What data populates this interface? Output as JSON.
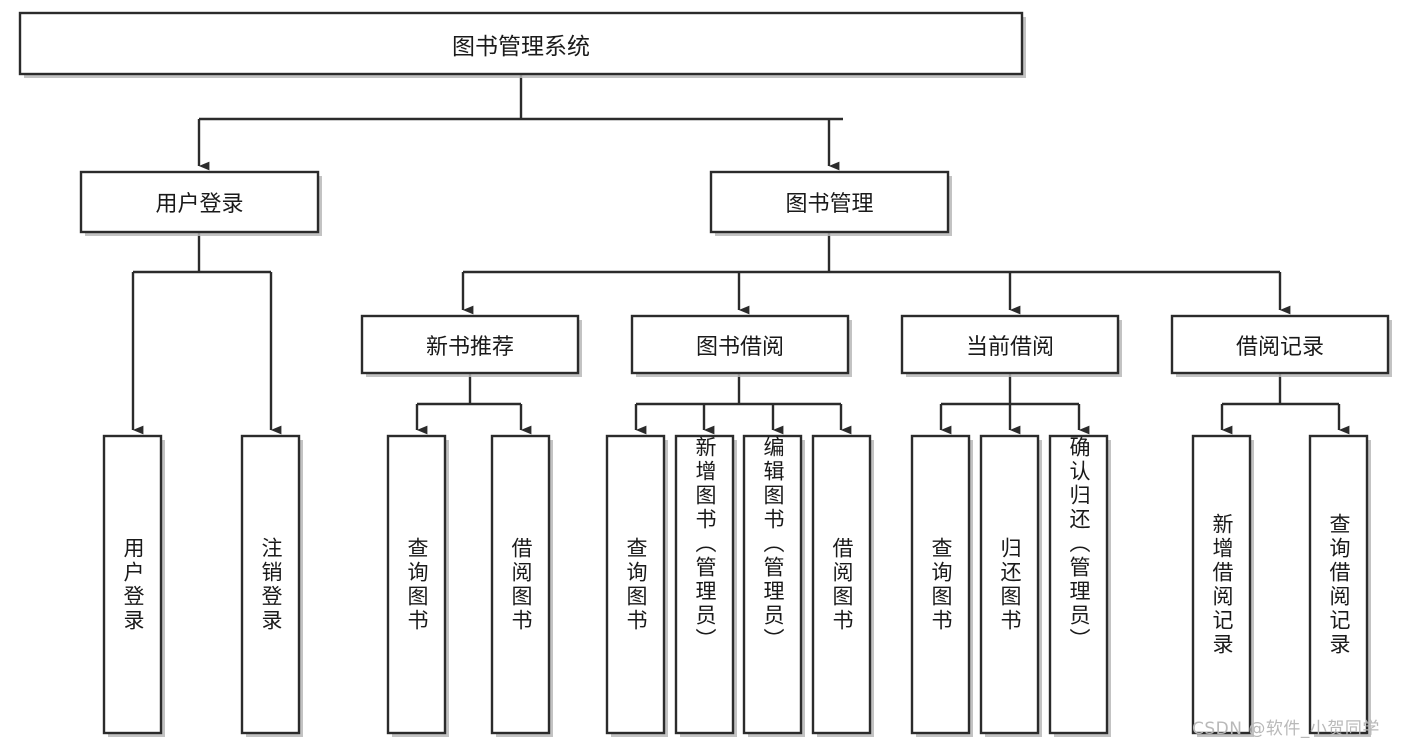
{
  "diagram": {
    "type": "tree-hierarchy-chart",
    "title": "图书管理系统",
    "accent_colors": {
      "box_stroke": "#2b2b2b",
      "box_fill": "#ffffff",
      "connector": "#2b2b2b",
      "shadow": "#b8b8b8",
      "watermark": "#b9b9b9"
    },
    "levels": {
      "root": {
        "label": "图书管理系统"
      },
      "level2": [
        {
          "id": "user-login",
          "label": "用户登录"
        },
        {
          "id": "book-management",
          "label": "图书管理"
        }
      ],
      "level3": [
        {
          "id": "new-book-recommend",
          "label": "新书推荐",
          "parent": "book-management"
        },
        {
          "id": "book-borrow",
          "label": "图书借阅",
          "parent": "book-management"
        },
        {
          "id": "current-borrow",
          "label": "当前借阅",
          "parent": "book-management"
        },
        {
          "id": "borrow-record",
          "label": "借阅记录",
          "parent": "book-management"
        }
      ],
      "leaves": [
        {
          "id": "leaf-user-login",
          "label": "用户登录",
          "parent": "user-login"
        },
        {
          "id": "leaf-logout-login",
          "label": "注销登录",
          "parent": "user-login"
        },
        {
          "id": "leaf-query-book-1",
          "label": "查询图书",
          "parent": "new-book-recommend"
        },
        {
          "id": "leaf-borrow-book-1",
          "label": "借阅图书",
          "parent": "new-book-recommend"
        },
        {
          "id": "leaf-query-book-2",
          "label": "查询图书",
          "parent": "book-borrow"
        },
        {
          "id": "leaf-add-book",
          "label": "新增图书（管理员）",
          "parent": "book-borrow"
        },
        {
          "id": "leaf-edit-book",
          "label": "编辑图书（管理员）",
          "parent": "book-borrow"
        },
        {
          "id": "leaf-borrow-book-2",
          "label": "借阅图书",
          "parent": "book-borrow"
        },
        {
          "id": "leaf-query-book-3",
          "label": "查询图书",
          "parent": "current-borrow"
        },
        {
          "id": "leaf-return-book",
          "label": "归还图书",
          "parent": "current-borrow"
        },
        {
          "id": "leaf-confirm-return",
          "label": "确认归还（管理员）",
          "parent": "current-borrow"
        },
        {
          "id": "leaf-add-record",
          "label": "新增借阅记录",
          "parent": "borrow-record"
        },
        {
          "id": "leaf-query-record",
          "label": "查询借阅记录",
          "parent": "borrow-record"
        }
      ]
    }
  },
  "watermark": {
    "text": "CSDN @软件_小贺同学"
  }
}
